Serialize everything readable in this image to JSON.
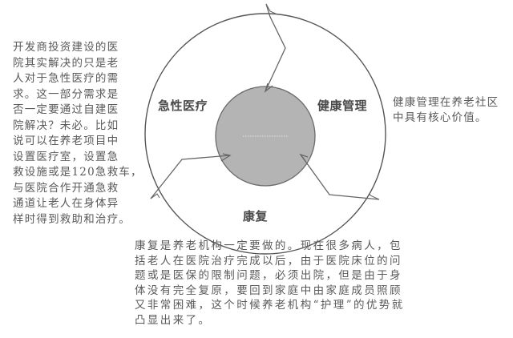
{
  "diagram": {
    "segments": [
      {
        "id": "acute",
        "label": "急性医疗"
      },
      {
        "id": "health",
        "label": "健康管理"
      },
      {
        "id": "rehab",
        "label": "康复"
      }
    ],
    "colors": {
      "outer_stroke": "#555555",
      "inner_fill": "#b4b4b4",
      "inner_stroke": "#6a6a6a",
      "arrow_stroke": "#666666"
    }
  },
  "notes": {
    "left": {
      "lines": [
        "开发商投资建设的医",
        "院其实解决的只是老",
        "人对于急性医疗的需",
        "求。这一部分需求是",
        "否一定要通过自建医",
        "院解决？未必。比如",
        "说可以在养老项目中",
        "设置医疗室，设置急",
        "救设施或是120急救车，",
        "与医院合作开通急救",
        "通道让老人在身体异",
        "样时得到救助和治疗。"
      ]
    },
    "right": {
      "lines": [
        "健康管理在养老社区",
        "中具有核心价值。"
      ]
    },
    "bottom": {
      "lines": [
        "康复是养老机构一定要做的。现在很多病人，包",
        "括老人在医院治疗完成以后，由于医院床位的问",
        "题或是医保的限制问题，必须出院，但是由于身",
        "体没有完全复原，要回到家庭中由家庭成员照顾",
        "又非常困难，这个时候养老机构“护理”的优势就",
        "凸显出来了。"
      ]
    }
  }
}
